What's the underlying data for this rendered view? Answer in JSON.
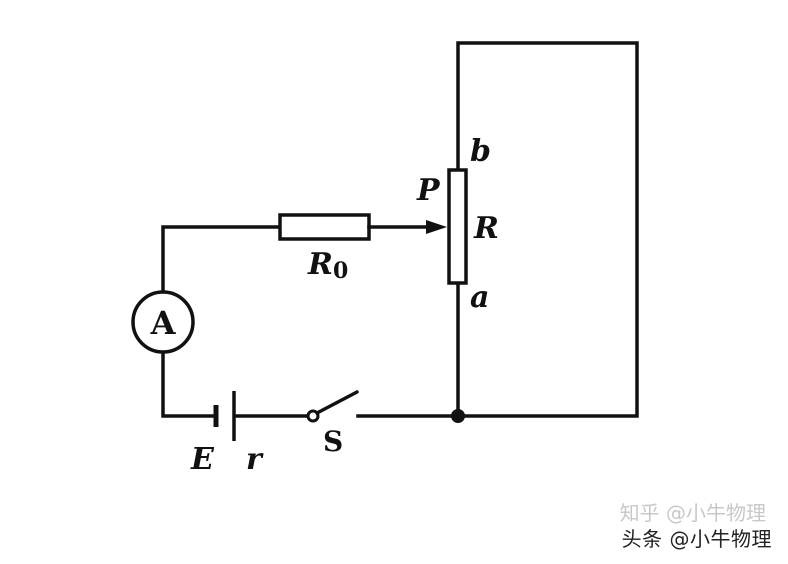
{
  "labels": {
    "b": "b",
    "p": "P",
    "r": "R",
    "r0_main": "R",
    "r0_sub": "0",
    "a": "a",
    "ammeter": "A",
    "e": "E",
    "internal_r": "r",
    "switch": "S"
  },
  "watermark": {
    "primary": "头条 @小牛物理",
    "ghost": "知乎 @小牛物理"
  },
  "colors": {
    "ink": "#111111",
    "background": "#ffffff"
  }
}
